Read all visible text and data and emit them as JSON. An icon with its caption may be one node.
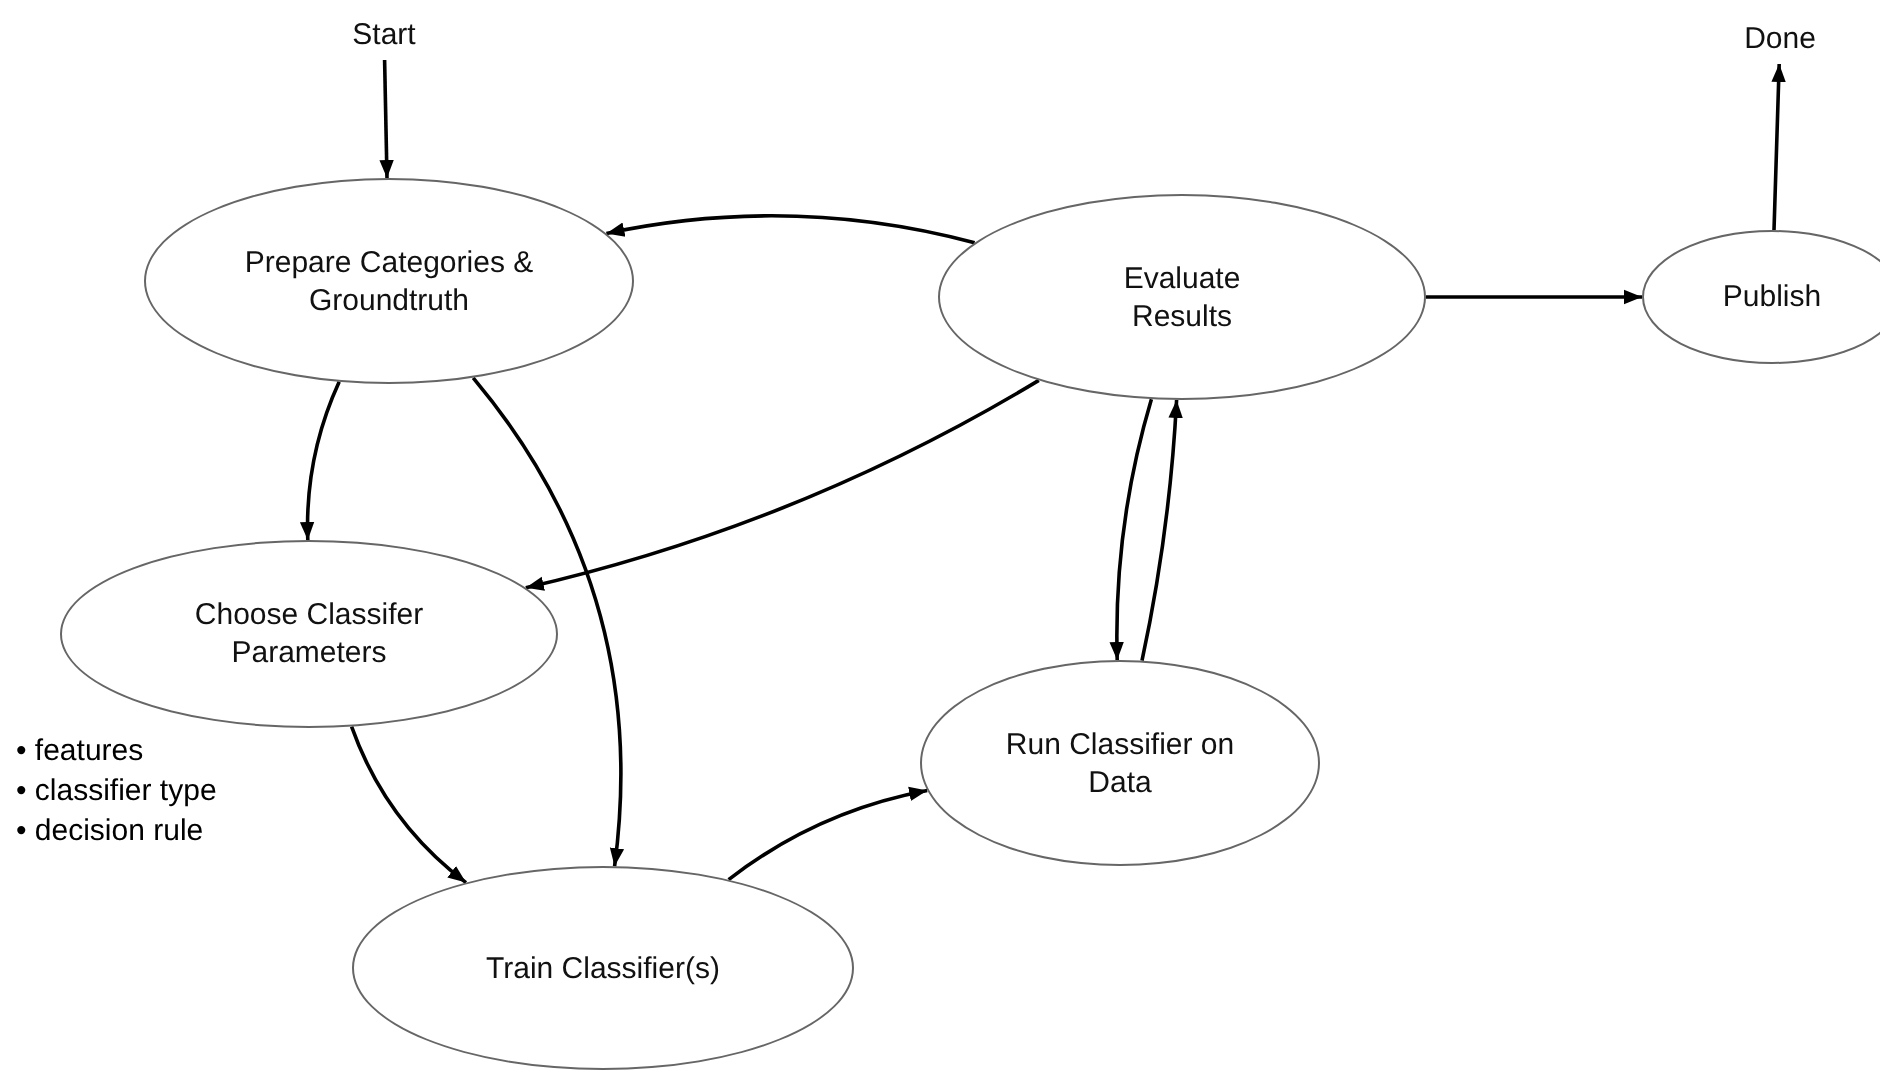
{
  "diagram": {
    "nodes": [
      {
        "text": [
          "Start"
        ]
      },
      {
        "text": [
          "Done"
        ]
      },
      {
        "text": [
          "Prepare Categories & Groundtruth"
        ]
      },
      {
        "text": [
          "Evaluate Results"
        ]
      },
      {
        "text": [
          "Publish"
        ]
      },
      {
        "text": [
          "Choose Classifer Parameters"
        ],
        "beside": [
          "• features",
          "• classifier type",
          "• decision rule"
        ]
      },
      {
        "text": [
          "Run Classifier on Data"
        ]
      },
      {
        "text": [
          "Train Classifier(s)"
        ]
      }
    ],
    "edges": [
      {
        "from": 0,
        "to": 2,
        "arrow": "to"
      },
      {
        "from": 4,
        "to": 1,
        "arrow": "to"
      },
      {
        "from": 3,
        "to": 2,
        "arrow": "to"
      },
      {
        "from": 3,
        "to": 4,
        "arrow": "to"
      },
      {
        "from": 3,
        "to": 5,
        "arrow": "to"
      },
      {
        "from": 2,
        "to": 5,
        "arrow": "to"
      },
      {
        "from": 2,
        "to": 7,
        "arrow": "to"
      },
      {
        "from": 5,
        "to": 7,
        "arrow": "to"
      },
      {
        "from": 7,
        "to": 6,
        "arrow": "to"
      },
      {
        "from": 3,
        "to": 6,
        "arrow": "to"
      },
      {
        "from": 6,
        "to": 3,
        "arrow": "to"
      }
    ]
  }
}
